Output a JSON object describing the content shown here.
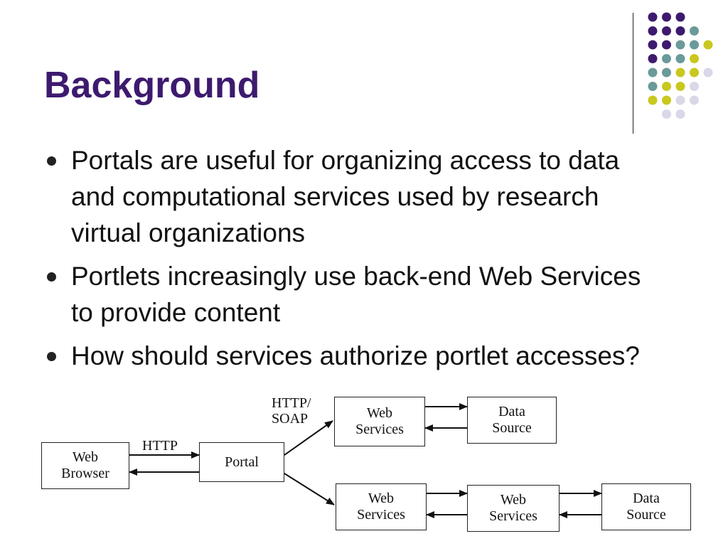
{
  "slide": {
    "title": "Background",
    "bullets": [
      "Portals are useful for organizing access to data and computational services used by research virtual organizations",
      "Portlets increasingly use back-end Web Services to provide content",
      "How should services authorize portlet accesses?"
    ],
    "colors": {
      "title": "#3d1a6e",
      "dot_purple": "#3d1a6e",
      "dot_teal": "#6a9a9a",
      "dot_yellow": "#c8c81e",
      "dot_lavender": "#d8d8e8"
    },
    "decoration": {
      "dot_rows": [
        [
          "purple",
          "purple",
          "purple"
        ],
        [
          "purple",
          "purple",
          "purple",
          "teal"
        ],
        [
          "purple",
          "purple",
          "teal",
          "teal",
          "yellow"
        ],
        [
          "purple",
          "teal",
          "teal",
          "yellow"
        ],
        [
          "teal",
          "teal",
          "yellow",
          "yellow",
          "lavender"
        ],
        [
          "teal",
          "yellow",
          "yellow",
          "lavender"
        ],
        [
          "yellow",
          "yellow",
          "lavender",
          "lavender"
        ],
        [
          "lavender",
          "lavender"
        ]
      ]
    }
  },
  "diagram": {
    "nodes": {
      "web_browser": "Web\nBrowser",
      "portal": "Portal",
      "web_services_1": "Web\nServices",
      "data_source_1": "Data\nSource",
      "web_services_2": "Web\nServices",
      "web_services_3": "Web\nServices",
      "data_source_2": "Data\nSource"
    },
    "edge_labels": {
      "http": "HTTP",
      "http_soap": "HTTP/\nSOAP"
    }
  }
}
